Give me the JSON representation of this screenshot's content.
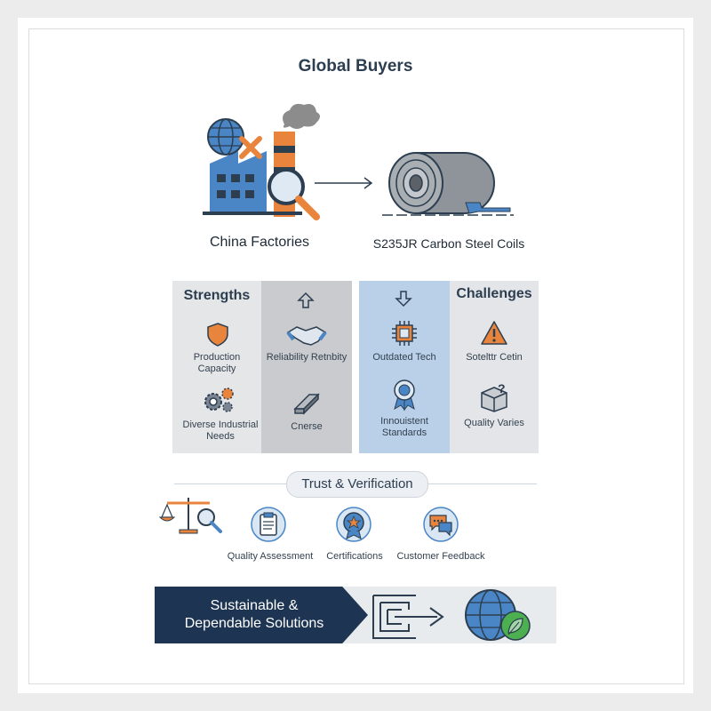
{
  "title": "Global Buyers",
  "source_label": "China Factories",
  "product_label": "S235JR Carbon Steel Coils",
  "strengths": {
    "heading": "Strengths",
    "items": [
      "Production Capacity",
      "Diverse Industrial Needs",
      "Reliability Retnbity",
      "Cnerse"
    ]
  },
  "challenges": {
    "heading": "Challenges",
    "items": [
      "Outdated Tech",
      "Innouistent Standards",
      "Sotelttr Cetin",
      "Quality Varies"
    ]
  },
  "trust": {
    "heading": "Trust & Verification",
    "items": [
      "Quality Assessment",
      "Certifications",
      "Customer Feedback"
    ]
  },
  "banner": {
    "line1": "Sustainable &",
    "line2": "Dependable Solutions"
  },
  "colors": {
    "navy": "#1d3452",
    "blue": "#4a86c5",
    "orange": "#e8843c",
    "strengths_panel": "#e5e6e8",
    "strengths_alt": "#c9cbcf",
    "challenges_panel": "#b9d0e8",
    "challenges_alt": "#e3e5e8",
    "green": "#4caf50"
  },
  "icons": [
    "globe-icon",
    "x-mark-icon",
    "factory-icon",
    "magnifier-icon",
    "arrow-right-icon",
    "steel-coil-icon",
    "shield-icon",
    "gears-icon",
    "arrow-up-icon",
    "handshake-icon",
    "steel-beam-icon",
    "arrow-down-icon",
    "chip-icon",
    "award-icon",
    "warning-icon",
    "box-question-icon",
    "scales-icon",
    "clipboard-icon",
    "badge-icon",
    "chat-icon",
    "maze-arrow-icon",
    "eco-globe-icon"
  ]
}
